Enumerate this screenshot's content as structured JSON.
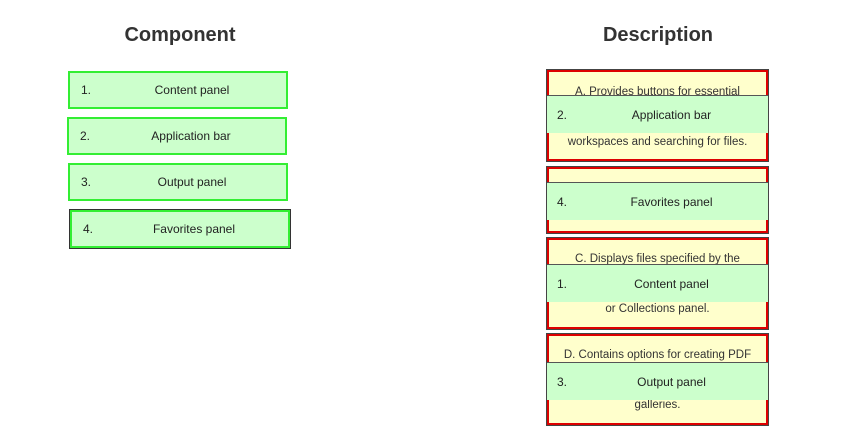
{
  "headings": {
    "component": "Component",
    "description": "Description"
  },
  "components": [
    {
      "num": "1.",
      "label": "Content panel"
    },
    {
      "num": "2.",
      "label": "Application bar"
    },
    {
      "num": "3.",
      "label": "Output panel"
    },
    {
      "num": "4.",
      "label": "Favorites panel"
    }
  ],
  "descriptions": [
    {
      "top_text": "A.     Provides buttons for essential",
      "bottom_text": "workspaces and searching for files."
    },
    {
      "top_text": "",
      "bottom_text": ""
    },
    {
      "top_text": "C.     Displays files specified by the",
      "bottom_text": "or Collections panel."
    },
    {
      "top_text": "D. Contains options for creating PDF",
      "bottom_text": "galleries."
    }
  ],
  "placed": [
    {
      "num": "2.",
      "label": "Application bar"
    },
    {
      "num": "4.",
      "label": "Favorites panel"
    },
    {
      "num": "1.",
      "label": "Content panel"
    },
    {
      "num": "3.",
      "label": "Output panel"
    }
  ],
  "colors": {
    "tile_fill": "#ccffcc",
    "tile_border": "#33ee33",
    "zone_fill": "#ffffcc",
    "zone_border": "#dd0000"
  }
}
